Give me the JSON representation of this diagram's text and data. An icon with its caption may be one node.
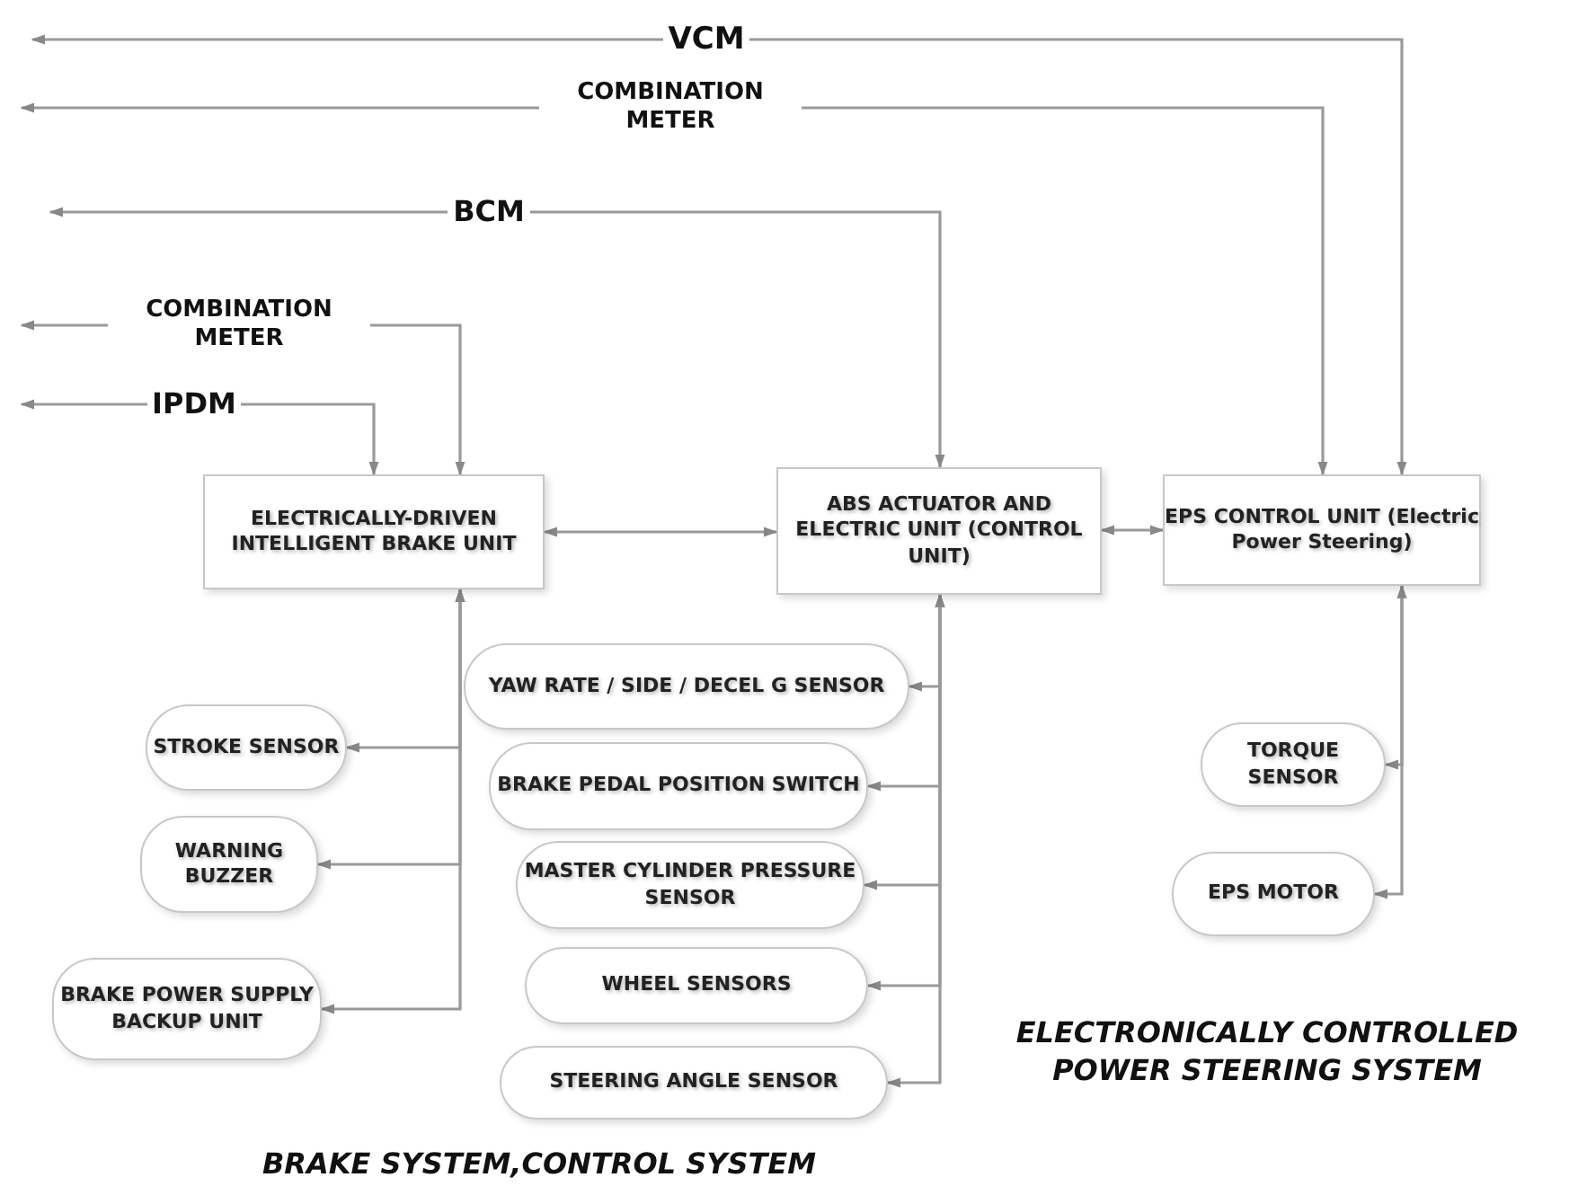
{
  "diagram": {
    "nodes": [
      {
        "text": [
          "ELECTRICALLY-DRIVEN INTELLIGENT BRAKE UNIT"
        ]
      },
      {
        "text": [
          "ABS ACTUATOR AND ELECTRIC UNIT (CONTROL UNIT)"
        ]
      },
      {
        "text": [
          "EPS CONTROL UNIT (Electric Power Steering)"
        ]
      },
      {
        "text": [
          "YAW RATE / SIDE / DECEL G SENSOR"
        ]
      },
      {
        "text": [
          "STROKE SENSOR"
        ]
      },
      {
        "text": [
          "TORQUE SENSOR"
        ]
      },
      {
        "text": [
          "BRAKE PEDAL POSITION SWITCH"
        ]
      },
      {
        "text": [
          "WARNING BUZZER"
        ]
      },
      {
        "text": [
          "MASTER CYLINDER PRESSURE SENSOR"
        ]
      },
      {
        "text": [
          "EPS MOTOR"
        ]
      },
      {
        "text": [
          "WHEEL SENSORS"
        ]
      },
      {
        "text": [
          "BRAKE POWER SUPPLY BACKUP UNIT"
        ]
      },
      {
        "text": [
          "STEERING ANGLE SENSOR"
        ]
      }
    ],
    "edges": [
      {
        "from": 2,
        "to": null,
        "arrow": "both",
        "label": "VCM"
      },
      {
        "from": 2,
        "to": null,
        "arrow": "both",
        "label": "COMBINATION METER"
      },
      {
        "from": 1,
        "to": null,
        "arrow": "both",
        "label": "BCM"
      },
      {
        "from": 0,
        "to": null,
        "arrow": "both",
        "label": "COMBINATION METER"
      },
      {
        "from": 0,
        "to": null,
        "arrow": "both",
        "label": "IPDM"
      },
      {
        "from": 0,
        "to": 1,
        "arrow": "both"
      },
      {
        "from": 1,
        "to": 2,
        "arrow": "both"
      },
      {
        "from": 0,
        "to": 4,
        "arrow": "both"
      },
      {
        "from": 0,
        "to": 7,
        "arrow": "both"
      },
      {
        "from": 0,
        "to": 11,
        "arrow": "both"
      },
      {
        "from": 1,
        "to": 3,
        "arrow": "both"
      },
      {
        "from": 1,
        "to": 6,
        "arrow": "both"
      },
      {
        "from": 1,
        "to": 8,
        "arrow": "both"
      },
      {
        "from": 1,
        "to": 10,
        "arrow": "both"
      },
      {
        "from": 1,
        "to": 12,
        "arrow": "both"
      },
      {
        "from": 2,
        "to": 5,
        "arrow": "both"
      },
      {
        "from": 2,
        "to": 9,
        "arrow": "both"
      }
    ],
    "labels": [
      "ELECTRONICALLY CONTROLLED POWER STEERING SYSTEM",
      "BRAKE SYSTEM,CONTROL SYSTEM"
    ]
  }
}
